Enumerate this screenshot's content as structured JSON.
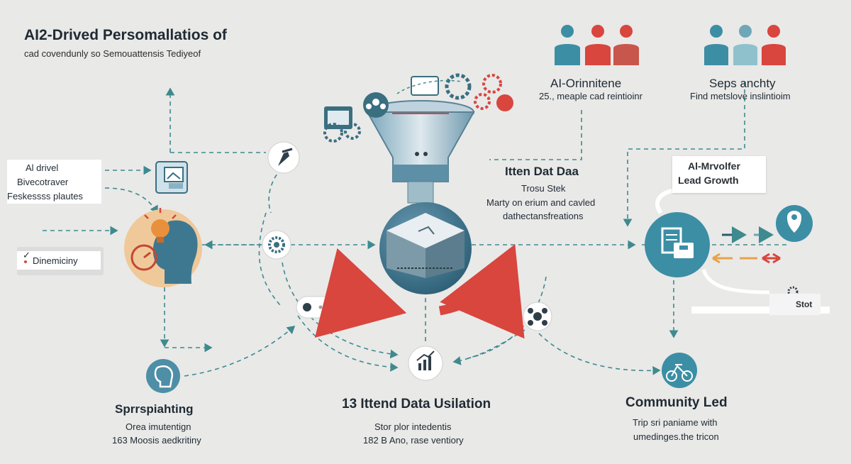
{
  "header": {
    "title": "AI2-Drived Persomallatios of",
    "subtitle": "cad covendunly so Semouattensis Tediyeof"
  },
  "left_panel": {
    "box_lines": [
      "Al drivel",
      "Bivecotraver",
      "Feskessss plautes"
    ],
    "selector_label": "Dinemiciny",
    "selector_check": "✓"
  },
  "bottom_left": {
    "heading": "Sprrspiahting",
    "line1": "Orea imutentign",
    "line2": "163 Moosis aedkritiny"
  },
  "funnel_panel": {
    "heading": "Itten Dat Daa",
    "subheading": "Trosu Stek",
    "line1": "Marty on erium and cavled",
    "line2": "dathectansfreations"
  },
  "bottom_center": {
    "heading": "13 Ittend Data Usilation",
    "line1": "Stor plor intedentis",
    "line2": "182 B Ano, rase ventiory"
  },
  "people_group_1": {
    "heading": "AI-Orinnitene",
    "line": "25., meaple cad reintioinr"
  },
  "people_group_2": {
    "heading": "Seps anchty",
    "line": "Find metslove inslintioim"
  },
  "right_card": {
    "line1": "Al-Mrvolfer",
    "line2": "Lead Growth"
  },
  "right_tag": {
    "label": "Stot"
  },
  "bottom_right": {
    "heading": "Community Led",
    "line1": "Trip sri paniame with",
    "line2": "umedinges.the tricon"
  },
  "colors": {
    "teal": "#3c8ea4",
    "dark_teal": "#3a6f80",
    "red": "#d8463e",
    "orange": "#e9a24a",
    "dashed": "#4a9a9a"
  },
  "icons": [
    "image-icon",
    "lightbulb-head-icon",
    "head-gear-icon",
    "pen-icon",
    "gear-at-icon",
    "speech-bubble-icon",
    "bar-chart-icon",
    "people-network-icon",
    "document-briefcase-icon",
    "location-pin-icon",
    "bicycle-icon",
    "funnel-icon",
    "cube-icon",
    "people-icon"
  ]
}
